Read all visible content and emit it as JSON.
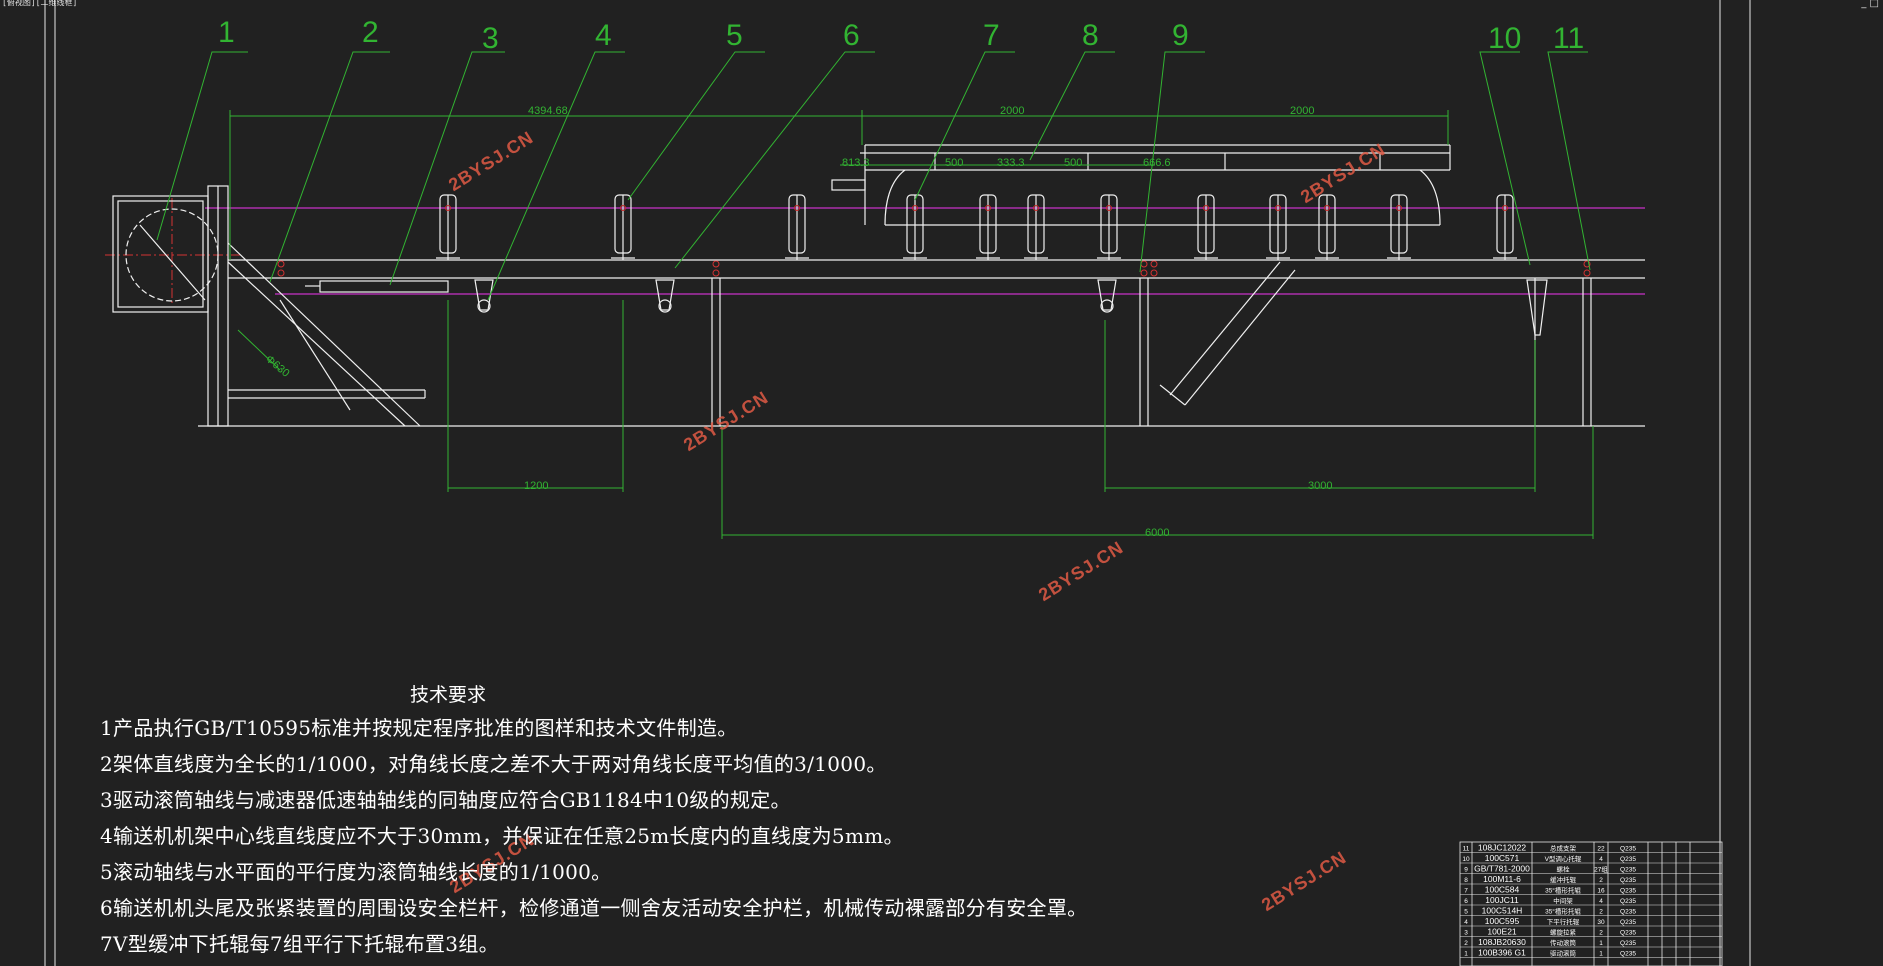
{
  "window": {
    "title_tag": "[俯视图][二维线框]",
    "controls": "_ □"
  },
  "balloons": [
    "1",
    "2",
    "3",
    "4",
    "5",
    "6",
    "7",
    "8",
    "9",
    "10",
    "11"
  ],
  "dimensions": {
    "overall": "4394.68",
    "top1": "2000",
    "top2": "2000",
    "d_813": "813.3",
    "d_500a": "500",
    "d_333": "333.3",
    "d_500b": "500",
    "d_666": "666.6",
    "pulley_dia": "Φ630",
    "d_1200": "1200",
    "d_3000": "3000",
    "d_6000": "6000"
  },
  "watermark": "2BYSJ.CN",
  "requirements": {
    "title": "技术要求",
    "lines": [
      "1产品执行GB/T10595标准并按规定程序批准的图样和技术文件制造。",
      "2架体直线度为全长的1/1000，对角线长度之差不大于两对角线长度平均值的3/1000。",
      "3驱动滚筒轴线与减速器低速轴轴线的同轴度应符合GB1184中10级的规定。",
      "4输送机机架中心线直线度应不大于30mm，并保证在任意25m长度内的直线度为5mm。",
      "5滚动轴线与水平面的平行度为滚筒轴线长度的1/1000。",
      "6输送机机头尾及张紧装置的周围设安全栏杆，检修通道一侧舍友活动安全护栏，机械传动裸露部分有安全罩。",
      "7V型缓冲下托辊每7组平行下托辊布置3组。"
    ]
  },
  "bom": [
    [
      "11",
      "108JC12022",
      "总成支架",
      "22",
      "Q235"
    ],
    [
      "10",
      "100C571",
      "V型调心托辊",
      "4",
      "Q235"
    ],
    [
      "9",
      "GB/T781-2000",
      "螺栓",
      "27组",
      "Q235"
    ],
    [
      "8",
      "100M11-6",
      "缓冲托辊",
      "2",
      "Q235"
    ],
    [
      "7",
      "100C584",
      "35°槽形托辊",
      "16",
      "Q235"
    ],
    [
      "6",
      "100JC11",
      "中间架",
      "4",
      "Q235"
    ],
    [
      "5",
      "100C514H",
      "35°槽形托辊",
      "2",
      "Q235"
    ],
    [
      "4",
      "100C595",
      "下平行托辊",
      "30",
      "Q235"
    ],
    [
      "3",
      "100E21",
      "螺旋拉紧",
      "2",
      "Q235"
    ],
    [
      "2",
      "108JB20630",
      "传动滚筒",
      "1",
      "Q235"
    ],
    [
      "1",
      "100B396 G1",
      "驱动滚筒",
      "1",
      "Q235"
    ]
  ]
}
